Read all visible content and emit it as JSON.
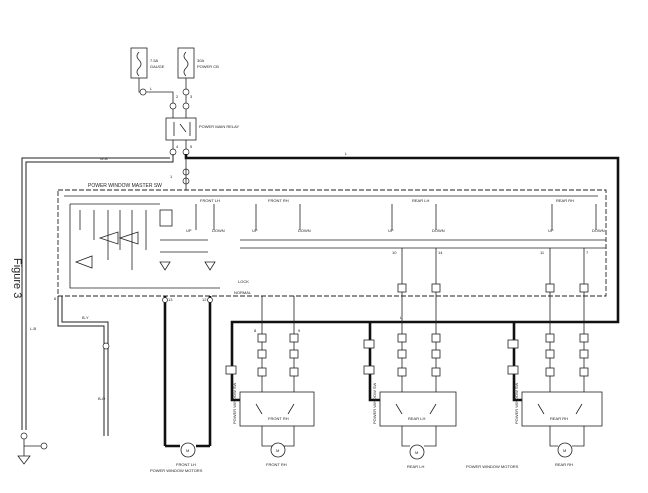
{
  "figure_label": "Figure 3",
  "fuses": [
    {
      "id": "fuse-gauge",
      "rating": "7.5A",
      "name": "GAUGE"
    },
    {
      "id": "fuse-power",
      "rating": "30A",
      "name": "POWER CB"
    }
  ],
  "relay_label": "POWER MAIN RELAY",
  "master_switch_label": "POWER WINDOW MASTER SW",
  "master_sections": [
    "FRONT LH",
    "FRONT RH",
    "REAR LH",
    "REAR RH"
  ],
  "switch_terms": {
    "up": "UP",
    "down": "DOWN"
  },
  "lock_label": "LOCK",
  "normal_label": "NORMAL",
  "window_switch_label": "POWER WINDOW SW",
  "window_switches": [
    "FRONT RH",
    "REAR LH",
    "REAR RH"
  ],
  "motors": [
    "FRONT LH",
    "FRONT RH",
    "REAR LH",
    "REAR RH"
  ],
  "motor_symbol": "M",
  "group_label_left": "POWER WINDOW MOTORS",
  "group_label_right": "POWER WINDOW MOTORS",
  "wire_tags": {
    "t1": "W-B",
    "t2": "L",
    "t3": "L",
    "t4": "B-Y",
    "t5": "B-O",
    "t6": "L-B",
    "t7": "L"
  },
  "pin_numbers": {
    "n1": "1",
    "n2": "2",
    "n3": "3",
    "n4": "4",
    "n5": "5",
    "n6": "6",
    "n13": "13",
    "n12": "12",
    "n10": "10",
    "n14": "14",
    "n11": "11",
    "n7": "7",
    "n8": "8",
    "n9": "9"
  }
}
